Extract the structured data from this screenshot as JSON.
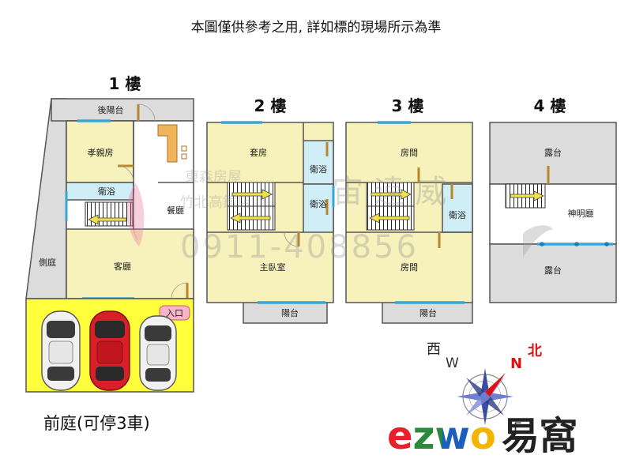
{
  "disclaimer": "本圖僅供參考之用, 詳如標的現場所示為準",
  "floors": {
    "f1": {
      "title": "1 樓",
      "rooms": {
        "back_balcony": "後陽台",
        "parents_room": "孝親房",
        "bathroom": "衛浴",
        "dining": "餐廳",
        "side_yard": "側庭",
        "living": "客廳",
        "entrance": "入口"
      }
    },
    "f2": {
      "title": "2 樓",
      "rooms": {
        "suite": "套房",
        "bath1": "衛浴",
        "bath2": "衛浴",
        "master": "主臥室",
        "balcony": "陽台"
      }
    },
    "f3": {
      "title": "3 樓",
      "rooms": {
        "room1": "房間",
        "bath": "衛浴",
        "room2": "房間",
        "balcony": "陽台"
      }
    },
    "f4": {
      "title": "4 樓",
      "rooms": {
        "terrace1": "露台",
        "shrine": "神明廳",
        "terrace2": "露台"
      }
    }
  },
  "front_yard": "前庭(可停3車)",
  "watermark": {
    "company_line1": "東森房屋",
    "company_line2": "竹北高鐵店",
    "agent": "宙 遠 威",
    "phone": "0911-408856"
  },
  "compass": {
    "west_cn": "西",
    "west_en": "W",
    "north_en": "N",
    "north_cn": "北",
    "east_en": "E"
  },
  "logo": {
    "brand_latin": "ezwo",
    "brand_cn": "易窩"
  },
  "colors": {
    "room_yellow": "#f7f1bc",
    "bath_blue": "#cfeef5",
    "wall": "#555555",
    "window": "#3aa6d8",
    "door": "#b8862b",
    "parking_yellow": "#ffff3c",
    "terrace_gray": "#dcdcdc",
    "north_red": "#dd1111",
    "stair_arrow": "#f1e24a"
  }
}
